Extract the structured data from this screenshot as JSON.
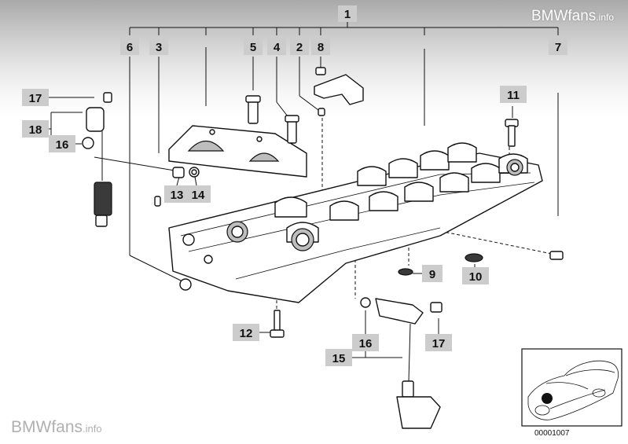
{
  "watermark": {
    "brand": "BMWfans",
    "suffix": ".info"
  },
  "callouts": {
    "c1": "1",
    "c2": "2",
    "c3": "3",
    "c4": "4",
    "c5": "5",
    "c6": "6",
    "c7": "7",
    "c8": "8",
    "c9": "9",
    "c10": "10",
    "c11": "11",
    "c12": "12",
    "c13": "13",
    "c14": "14",
    "c15": "15",
    "c16a": "16",
    "c16b": "16",
    "c17a": "17",
    "c17b": "17",
    "c18": "18"
  },
  "thumbnail": {
    "code": "00001007"
  },
  "colors": {
    "callout_fill": "#cccccc",
    "line": "#111111",
    "header_gradient_top": "#a9a9a9",
    "watermark_bottom": "#b0b0b0"
  }
}
